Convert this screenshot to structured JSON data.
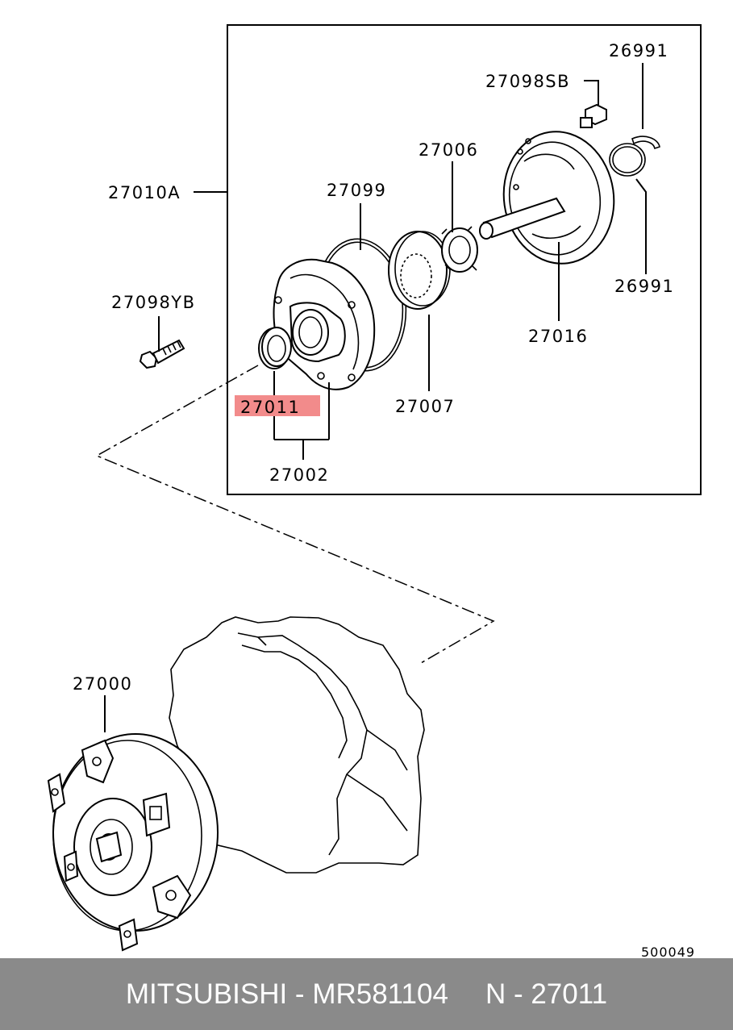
{
  "diagram": {
    "labels": {
      "l27010A": "27010A",
      "l27099": "27099",
      "l27006": "27006",
      "l27098SB": "27098SB",
      "l26991_top": "26991",
      "l26991_bottom": "26991",
      "l27016": "27016",
      "l27007": "27007",
      "l27011": "27011",
      "l27002": "27002",
      "l27098YB": "27098YB",
      "l27000": "27000"
    },
    "highlighted_part": "27011",
    "highlight_color": "#f28b8b",
    "diagram_code": "500049"
  },
  "footer": {
    "brand": "MITSUBISHI",
    "separator1": " - ",
    "part_number": "MR581104",
    "position_prefix": "N - ",
    "position": "27011",
    "background": "#8a8a8a"
  }
}
